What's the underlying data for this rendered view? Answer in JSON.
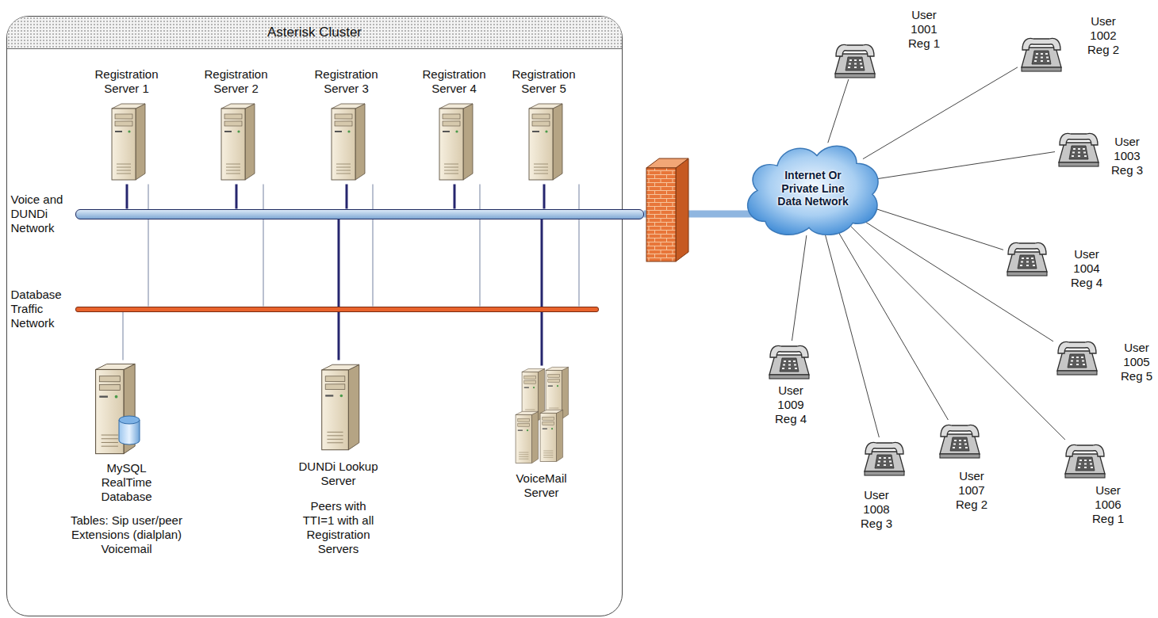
{
  "diagram": {
    "nodes": [
      {
        "text": [
          "Asterisk Cluster"
        ]
      },
      {
        "text": [
          "Registration Server 1"
        ],
        "in": 0
      },
      {
        "text": [
          "Registration Server 2"
        ],
        "in": 0
      },
      {
        "text": [
          "Registration Server 3"
        ],
        "in": 0
      },
      {
        "text": [
          "Registration Server 4"
        ],
        "in": 0
      },
      {
        "text": [
          "Registration Server 5"
        ],
        "in": 0
      },
      {
        "text": [
          "Voice and DUNDi Network"
        ],
        "in": 0
      },
      {
        "text": [
          "Database Traffic Network"
        ],
        "in": 0
      },
      {
        "text": [
          "MySQL RealTime Database",
          "Tables: Sip user/peer Extensions (dialplan) Voicemail"
        ],
        "in": 0
      },
      {
        "text": [
          "DUNDi Lookup Server",
          "Peers with TTI=1 with all Registration Servers"
        ],
        "in": 0
      },
      {
        "text": [
          "VoiceMail Server"
        ],
        "in": 0
      },
      {
        "text": [
          "Internet Or Private Line Data Network"
        ]
      },
      {
        "text": [
          "User 1001 Reg 1"
        ]
      },
      {
        "text": [
          "User 1002 Reg 2"
        ]
      },
      {
        "text": [
          "User 1003 Reg 3"
        ]
      },
      {
        "text": [
          "User 1004 Reg 4"
        ]
      },
      {
        "text": [
          "User 1005 Reg 5"
        ]
      },
      {
        "text": [
          "User 1006 Reg 1"
        ]
      },
      {
        "text": [
          "User 1007 Reg 2"
        ]
      },
      {
        "text": [
          "User 1008 Reg 3"
        ]
      },
      {
        "text": [
          "User 1009 Reg 4"
        ]
      }
    ],
    "edges": [
      {
        "from": 1,
        "to": 6,
        "arrow": "none"
      },
      {
        "from": 2,
        "to": 6,
        "arrow": "none"
      },
      {
        "from": 3,
        "to": 6,
        "arrow": "none"
      },
      {
        "from": 4,
        "to": 6,
        "arrow": "none"
      },
      {
        "from": 5,
        "to": 6,
        "arrow": "none"
      },
      {
        "from": 1,
        "to": 7,
        "arrow": "none"
      },
      {
        "from": 2,
        "to": 7,
        "arrow": "none"
      },
      {
        "from": 3,
        "to": 7,
        "arrow": "none"
      },
      {
        "from": 4,
        "to": 7,
        "arrow": "none"
      },
      {
        "from": 5,
        "to": 7,
        "arrow": "none"
      },
      {
        "from": 8,
        "to": 7,
        "arrow": "none"
      },
      {
        "from": 9,
        "to": 6,
        "arrow": "none"
      },
      {
        "from": 10,
        "to": 6,
        "arrow": "none"
      },
      {
        "from": 6,
        "to": 11,
        "arrow": "none"
      },
      {
        "from": 11,
        "to": 12,
        "arrow": "none"
      },
      {
        "from": 11,
        "to": 13,
        "arrow": "none"
      },
      {
        "from": 11,
        "to": 14,
        "arrow": "none"
      },
      {
        "from": 11,
        "to": 15,
        "arrow": "none"
      },
      {
        "from": 11,
        "to": 16,
        "arrow": "none"
      },
      {
        "from": 11,
        "to": 17,
        "arrow": "none"
      },
      {
        "from": 11,
        "to": 18,
        "arrow": "none"
      },
      {
        "from": 11,
        "to": 19,
        "arrow": "none"
      },
      {
        "from": 11,
        "to": 20,
        "arrow": "none"
      }
    ]
  }
}
